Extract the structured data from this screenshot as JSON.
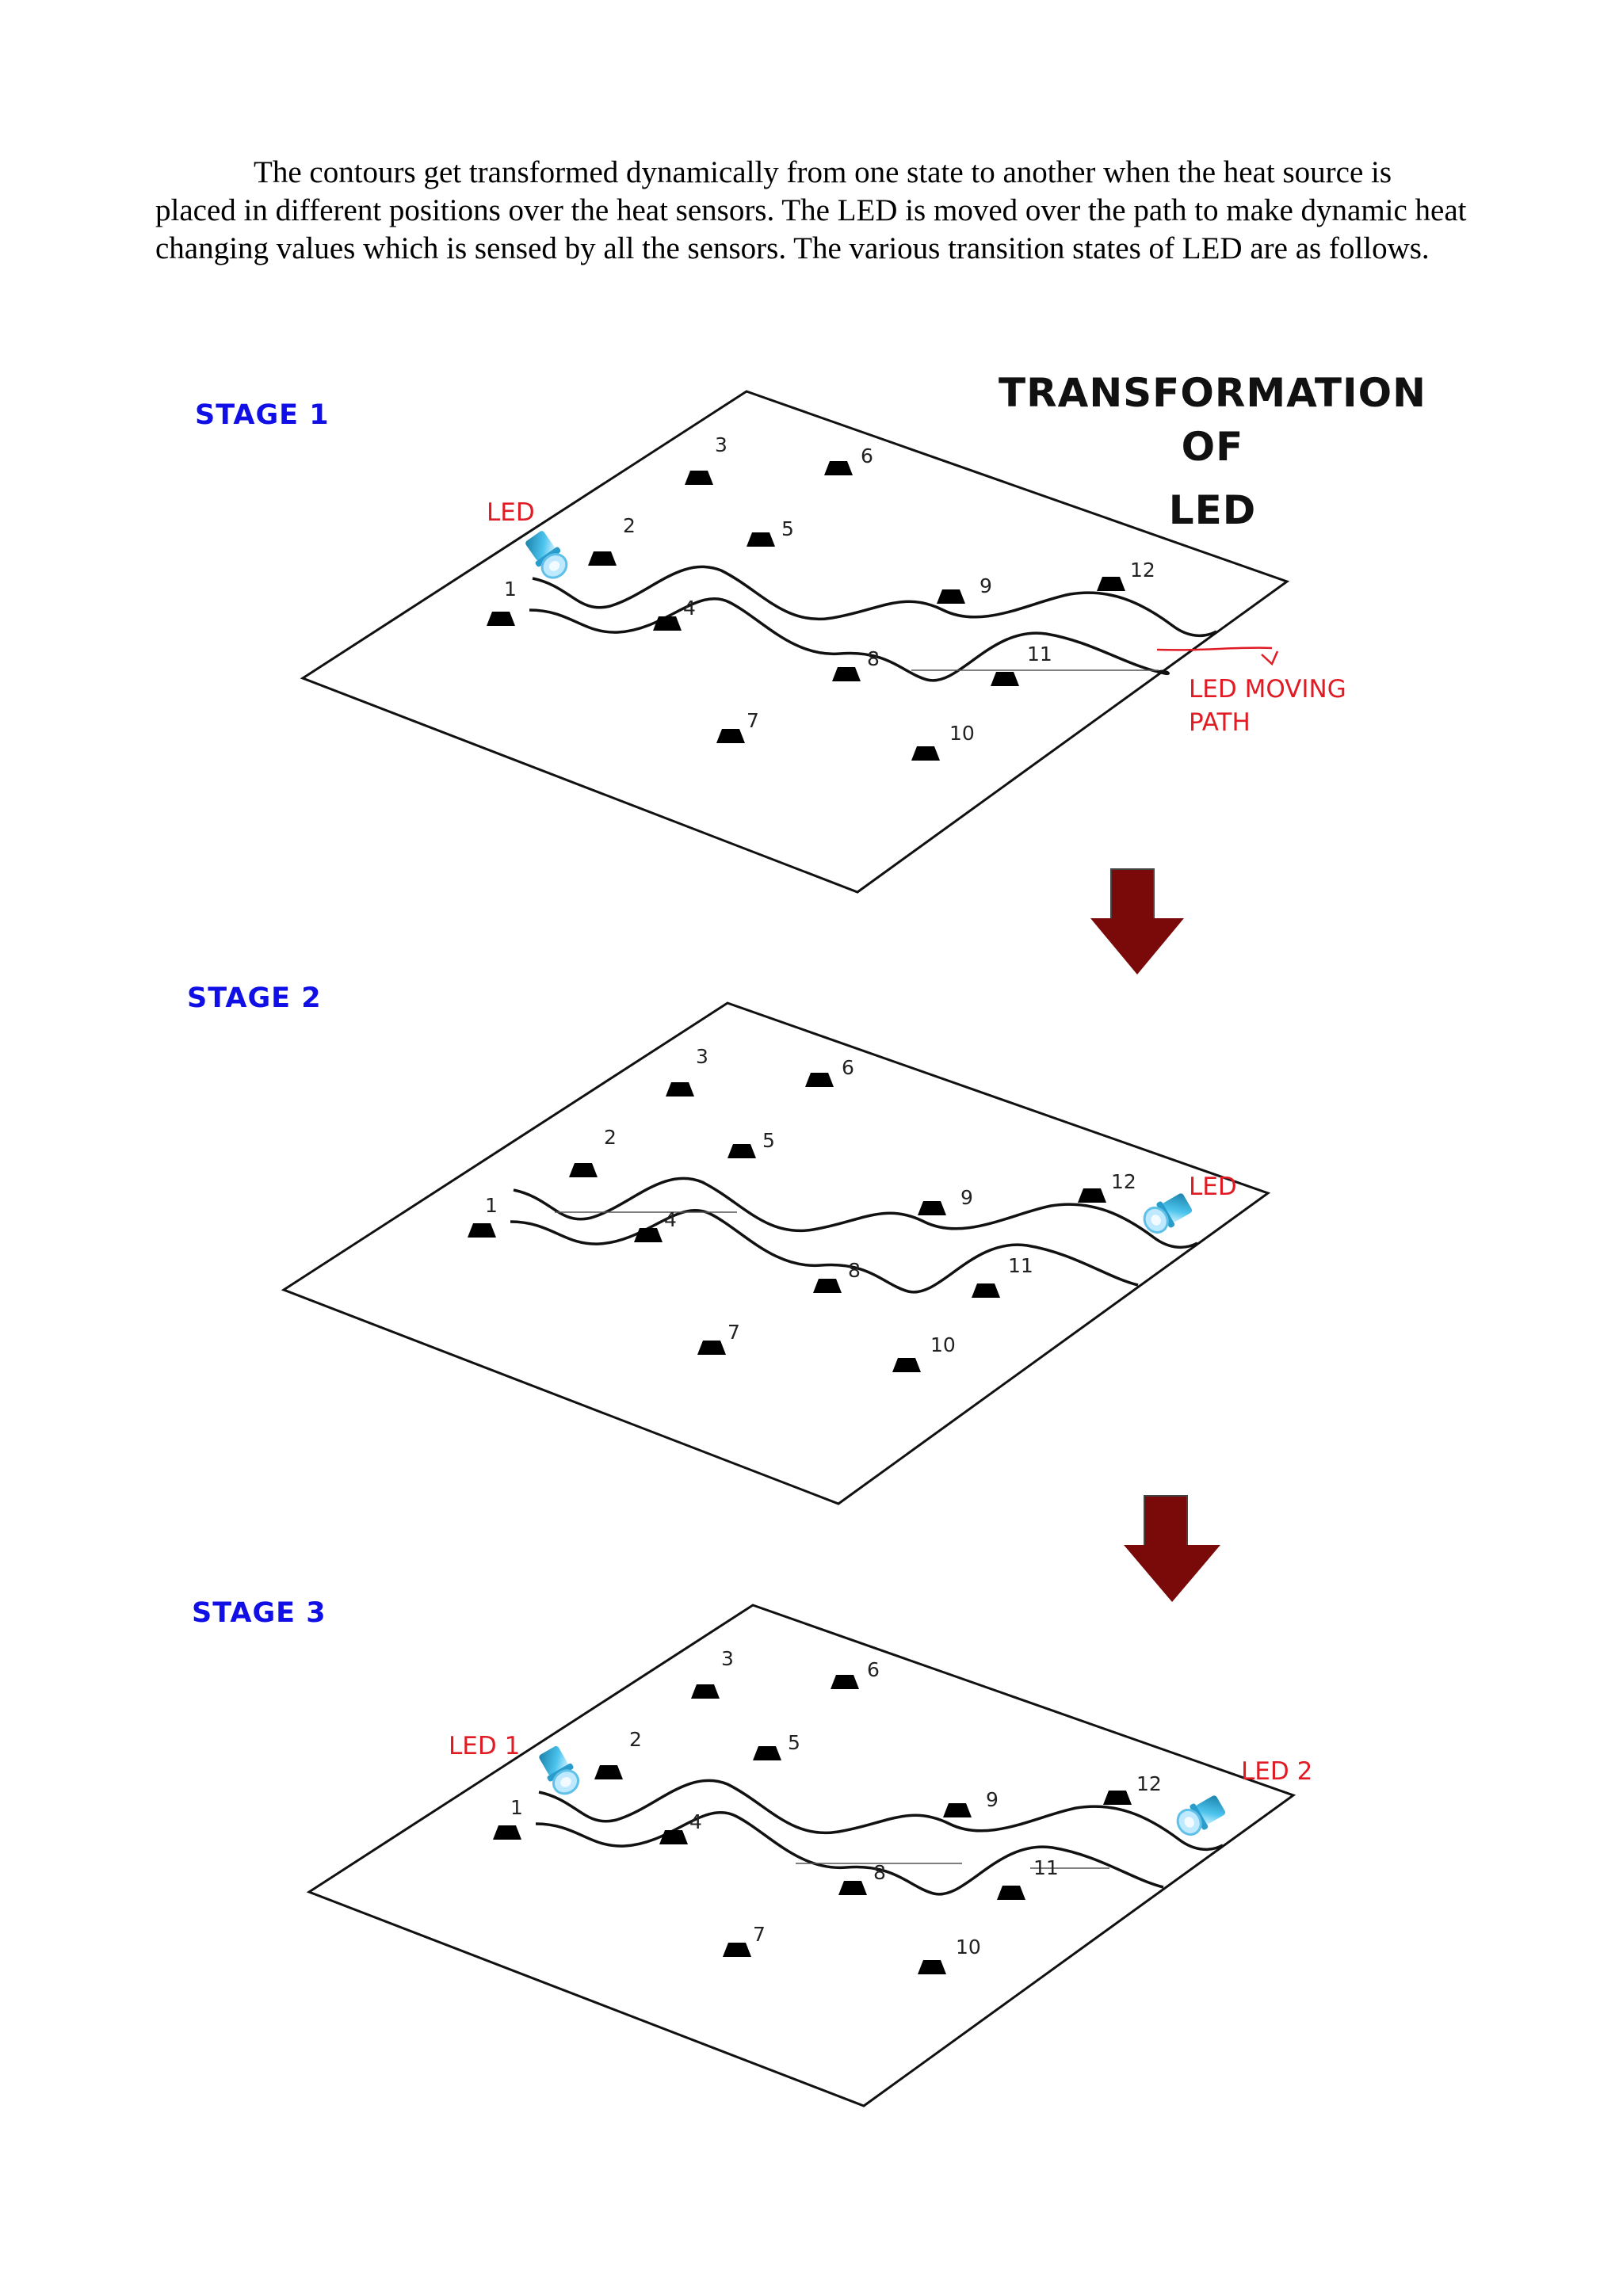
{
  "paragraph": "The contours get transformed dynamically from one state to another when the heat source is placed in different positions over the heat sensors. The LED is moved over the path to make dynamic heat changing values which is sensed  by  all the sensors. The various transition states of LED  are as follows.",
  "diagram_title": [
    "TRANSFORMATION",
    "OF",
    "LED"
  ],
  "stages": [
    {
      "label": "STAGE 1",
      "led_labels": [
        "LED"
      ],
      "path_label": [
        "LED MOVING",
        "PATH"
      ]
    },
    {
      "label": "STAGE 2",
      "led_labels": [
        "LED"
      ]
    },
    {
      "label": "STAGE 3",
      "led_labels": [
        "LED 1",
        "LED 2"
      ]
    }
  ],
  "sensor_numbers": [
    "1",
    "2",
    "3",
    "4",
    "5",
    "6",
    "7",
    "8",
    "9",
    "10",
    "11",
    "12"
  ],
  "colors": {
    "stage_label": "#1010e6",
    "led_label": "#e01b24",
    "arrow": "#7a0a0a",
    "led": "#3fb4e0"
  },
  "icons": [
    "heat-sensor-icon",
    "led-icon",
    "down-arrow-icon"
  ]
}
